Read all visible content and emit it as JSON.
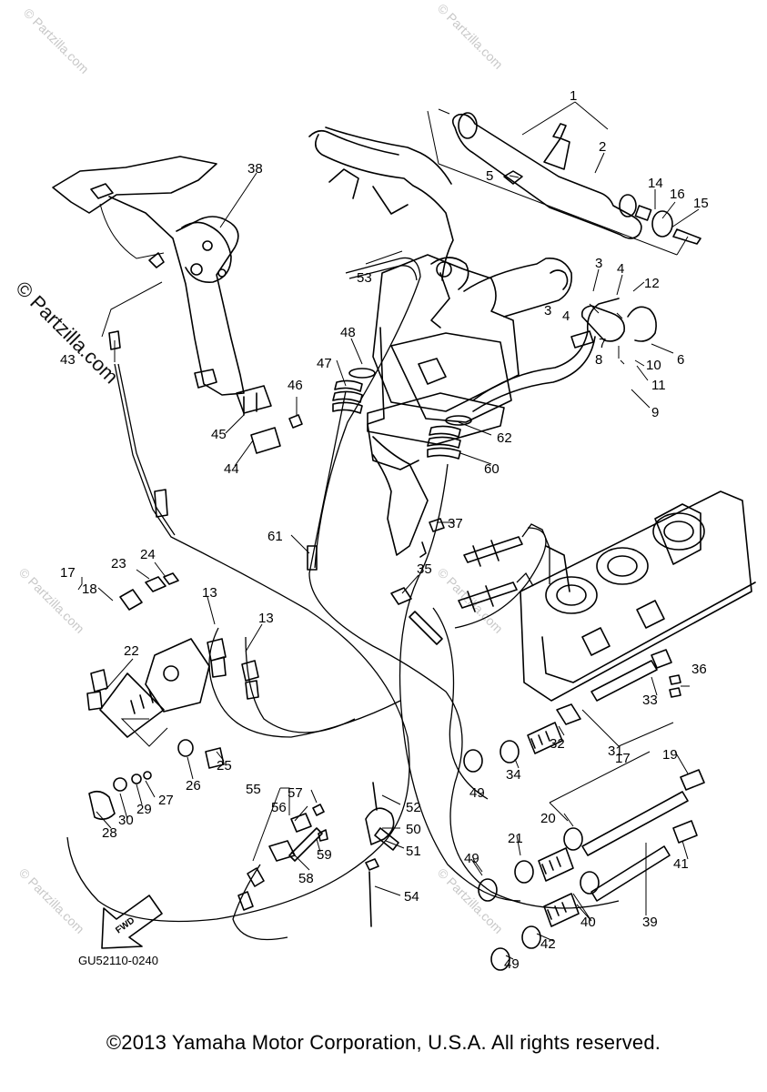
{
  "watermark": "© Partzilla.com",
  "diagram_code": "GU52110-0240",
  "fwd_label": "FWD",
  "copyright": "©2013 Yamaha Motor Corporation, U.S.A. All rights reserved.",
  "callouts": [
    "1",
    "2",
    "3",
    "3",
    "4",
    "4",
    "5",
    "6",
    "7",
    "8",
    "9",
    "10",
    "11",
    "12",
    "13",
    "13",
    "14",
    "15",
    "16",
    "17",
    "17",
    "18",
    "19",
    "20",
    "21",
    "22",
    "23",
    "24",
    "25",
    "26",
    "27",
    "28",
    "29",
    "30",
    "31",
    "32",
    "33",
    "34",
    "35",
    "36",
    "37",
    "38",
    "39",
    "40",
    "41",
    "42",
    "43",
    "44",
    "45",
    "46",
    "47",
    "48",
    "49",
    "49",
    "49",
    "49",
    "50",
    "51",
    "52",
    "53",
    "54",
    "55",
    "56",
    "57",
    "58",
    "59",
    "60",
    "61",
    "62"
  ]
}
